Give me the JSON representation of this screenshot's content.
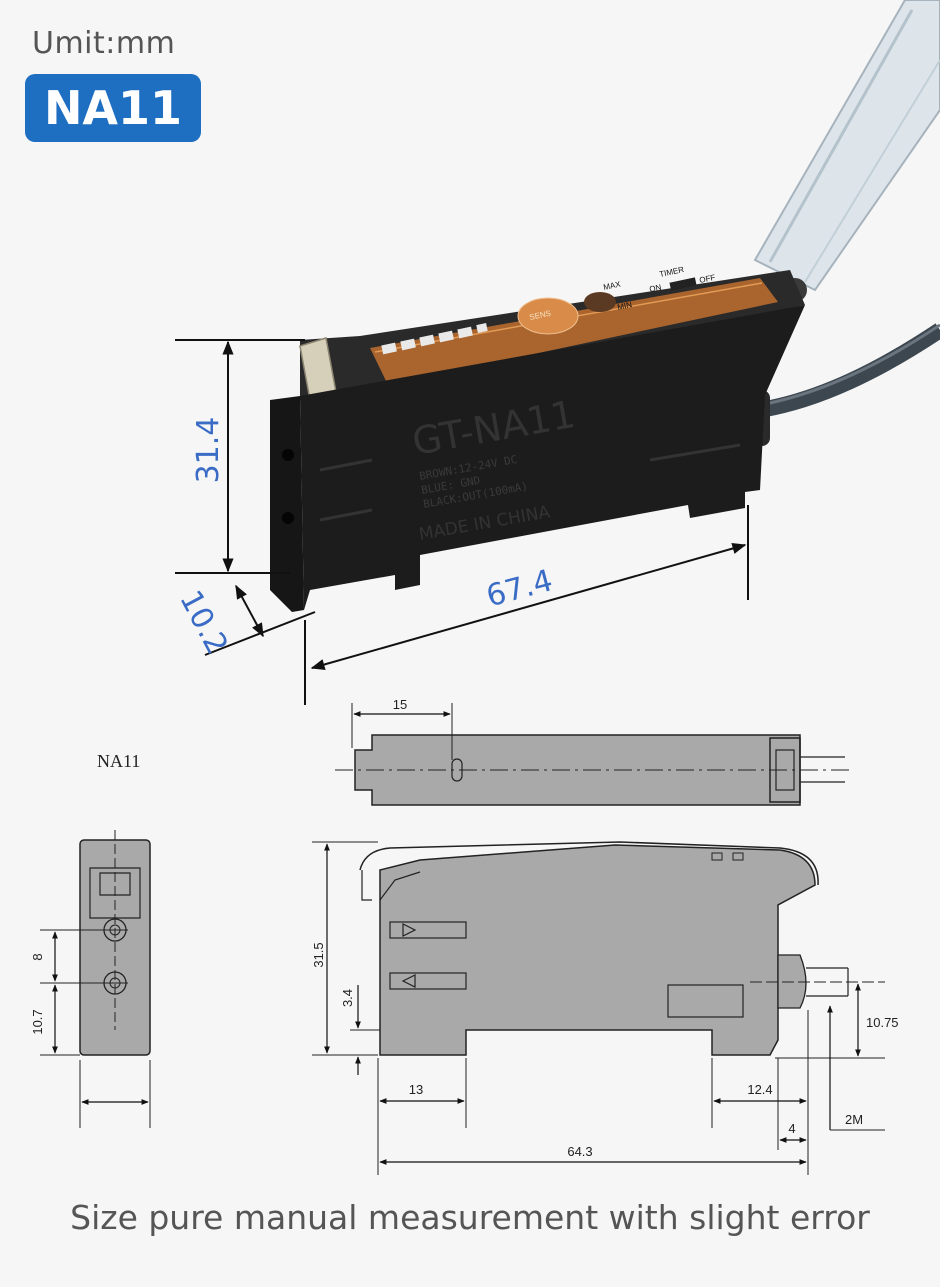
{
  "header": {
    "unit_label": "Umit:mm",
    "badge": "NA11"
  },
  "product_photo": {
    "model_text": "GT-NA11",
    "wiring_lines": [
      "BROWN:12-24V DC",
      "BLUE: GND",
      "BLACK:OUT(100mA)"
    ],
    "made_in": "MADE IN CHINA",
    "panel_labels": {
      "sens": "SENS",
      "max": "MAX",
      "min": "MIN",
      "timer": "TIMER",
      "on": "ON",
      "off": "OFF"
    }
  },
  "photo_dimensions": {
    "height": "31.4",
    "width": "10.2",
    "length": "67.4"
  },
  "drawing": {
    "model_label": "NA11",
    "top_view": {
      "offset": "15"
    },
    "end_view": {
      "hole_spacing": "8",
      "hole_height": "10.7"
    },
    "side_view": {
      "height": "31.5",
      "step": "3.4",
      "cable_height": "10.75",
      "left_foot": "13",
      "right_foot": "12.4",
      "cable_offset": "4",
      "length": "64.3",
      "cable_spec": "2M"
    }
  },
  "footer": {
    "note": "Size pure manual measurement with slight error"
  },
  "colors": {
    "badge": "#1e6ec2",
    "dimension_blue": "#3a6cc6",
    "drawing_fill": "#a9a9a9",
    "amplifier_body": "#1c1c1c"
  }
}
